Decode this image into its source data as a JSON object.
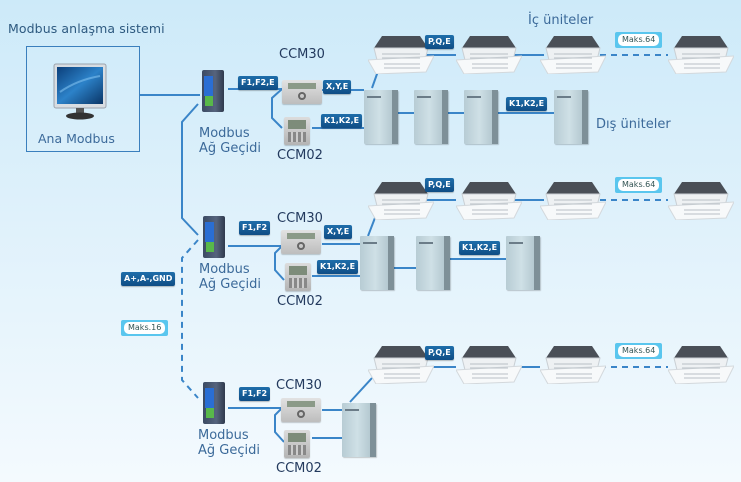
{
  "diagram": {
    "title": "Modbus anlaşma sistemi",
    "master": {
      "label": "Ana Modbus",
      "icon": "monitor-icon"
    },
    "indoor_units_label": "İç üniteler",
    "outdoor_units_label": "Dış üniteler",
    "bus": {
      "protocol_tag": "A+,A-,GND",
      "max_tag": "Maks.16"
    },
    "branches": [
      {
        "gateway_label_line1": "Modbus",
        "gateway_label_line2": "Ağ Geçidi",
        "gateway_tag": "F1,F2,E",
        "ccm30_label": "CCM30",
        "ccm30_tag": "X,Y,E",
        "ccm02_label": "CCM02",
        "ccm02_tag": "K1,K2,E",
        "indoor_tag": "P,Q,E",
        "indoor_max": "Maks.64",
        "outdoor_tag": "K1,K2,E",
        "indoor_count_shown": 4,
        "outdoor_count_shown": 4
      },
      {
        "gateway_label_line1": "Modbus",
        "gateway_label_line2": "Ağ Geçidi",
        "gateway_tag": "F1,F2",
        "ccm30_label": "CCM30",
        "ccm30_tag": "X,Y,E",
        "ccm02_label": "CCM02",
        "ccm02_tag": "K1,K2,E",
        "indoor_tag": "P,Q,E",
        "indoor_max": "Maks.64",
        "outdoor_tag": "K1,K2,E",
        "indoor_count_shown": 4,
        "outdoor_count_shown": 3
      },
      {
        "gateway_label_line1": "Modbus",
        "gateway_label_line2": "Ağ Geçidi",
        "gateway_tag": "F1,F2",
        "ccm30_label": "CCM30",
        "ccm02_label": "CCM02",
        "indoor_tag": "P,Q,E",
        "indoor_max": "Maks.64",
        "indoor_count_shown": 4,
        "outdoor_count_shown": 1
      }
    ]
  },
  "colors": {
    "wire": "#3a85c8",
    "tag_bg": "#14598f",
    "max_tag_bg": "#5ac6ee",
    "label_text": "#3c6a9a"
  }
}
